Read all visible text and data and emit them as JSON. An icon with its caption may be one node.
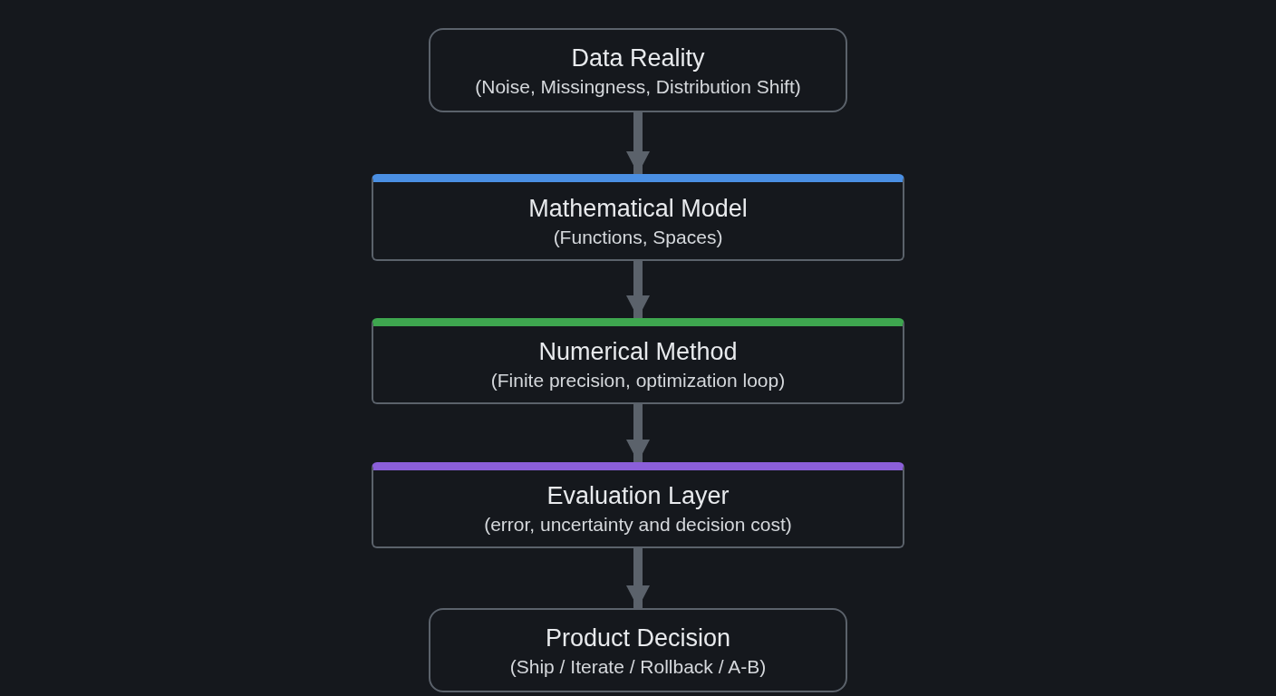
{
  "diagram": {
    "nodes": [
      {
        "text": [
          "Data Reality",
          "(Noise, Missingness, Distribution Shift)"
        ]
      },
      {
        "text": [
          "Mathematical Model",
          "(Functions, Spaces)"
        ]
      },
      {
        "text": [
          "Numerical Method",
          "(Finite precision, optimization loop)"
        ]
      },
      {
        "text": [
          "Evaluation Layer",
          "(error, uncertainty and decision cost)"
        ]
      },
      {
        "text": [
          "Product Decision",
          "(Ship / Iterate / Rollback / A-B)"
        ]
      }
    ],
    "edges": [
      {
        "from": 0,
        "to": 1,
        "arrow": "to"
      },
      {
        "from": 1,
        "to": 2,
        "arrow": "to"
      },
      {
        "from": 2,
        "to": 3,
        "arrow": "to"
      },
      {
        "from": 3,
        "to": 4,
        "arrow": "to"
      }
    ]
  }
}
